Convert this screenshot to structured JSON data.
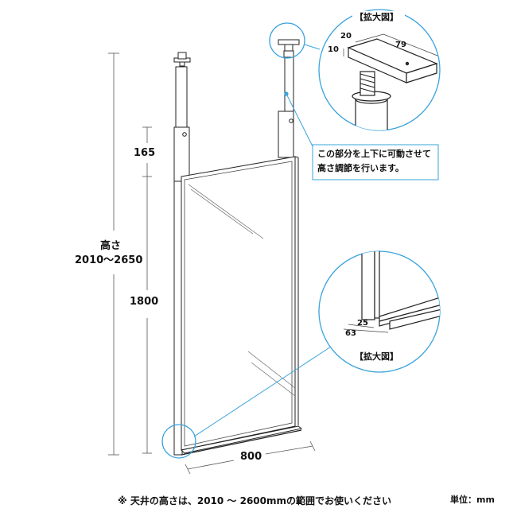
{
  "dimensions": {
    "height_label": "高さ",
    "height_range": "2010〜2650",
    "top_segment": "165",
    "mirror_height": "1800",
    "mirror_width": "800"
  },
  "zoom_top": {
    "badge": "【拡大図】",
    "dim_a": "20",
    "dim_b": "79",
    "dim_c": "10"
  },
  "zoom_bottom": {
    "badge": "【拡大図】",
    "dim_a": "25",
    "dim_b": "63"
  },
  "callout": {
    "line1": "この部分を上下に可動させて",
    "line2": "高さ調節を行います。"
  },
  "footer": {
    "note": "※ 天井の高さは、2010 〜 2600mmの範囲でお使いください",
    "unit": "単位：mm"
  },
  "colors": {
    "accent": "#3aa3dc",
    "line": "#222222"
  }
}
